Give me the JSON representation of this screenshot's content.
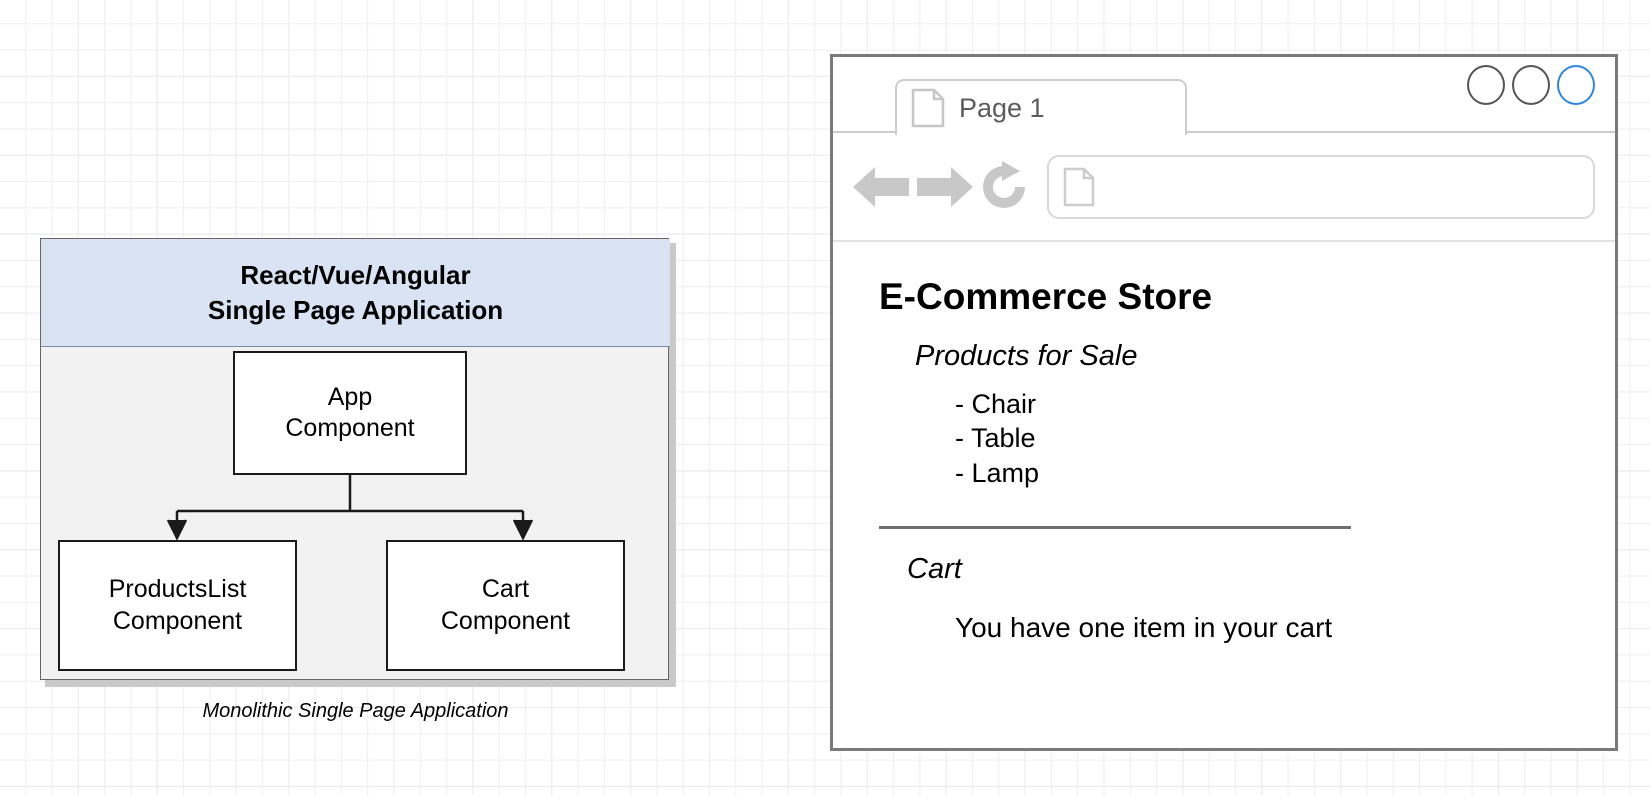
{
  "canvas": {
    "background_style": "grid-paper",
    "grid_minor_color": "#eceef0",
    "grid_major_color": "#dcdee1"
  },
  "diagram": {
    "container_header": {
      "line1": "React/Vue/Angular",
      "line2": "Single Page Application",
      "fill_color": "#dae3f3",
      "border_color": "#7b89a8"
    },
    "body_fill_color": "#f2f2f2",
    "boxes": [
      {
        "id": "app",
        "line1": "App",
        "line2": "Component"
      },
      {
        "id": "products-list",
        "line1": "ProductsList",
        "line2": "Component"
      },
      {
        "id": "cart",
        "line1": "Cart",
        "line2": "Component"
      }
    ],
    "edges": [
      {
        "from": "app",
        "to": "products-list",
        "arrow": "open-arrow"
      },
      {
        "from": "app",
        "to": "cart",
        "arrow": "open-arrow"
      }
    ],
    "caption": "Monolithic Single Page Application"
  },
  "browser": {
    "frame_border_color": "#7a7a7a",
    "tab": {
      "icon": "page-document-icon",
      "label": "Page 1",
      "label_color": "#5c5c5c"
    },
    "window_controls": [
      {
        "name": "minimize",
        "style": "outline",
        "color": "#555555"
      },
      {
        "name": "maximize",
        "style": "outline",
        "color": "#555555"
      },
      {
        "name": "close",
        "style": "outline",
        "color": "#2e86de"
      }
    ],
    "toolbar": {
      "back_icon": "arrow-left-icon",
      "forward_icon": "arrow-right-icon",
      "reload_icon": "reload-icon",
      "icon_color": "#c8c8c8",
      "url_bar": {
        "icon": "page-document-icon",
        "value": "",
        "placeholder": ""
      }
    },
    "page": {
      "heading": "E-Commerce Store",
      "products_section": {
        "subheading": "Products for Sale",
        "items": [
          "- Chair",
          "- Table",
          "- Lamp"
        ]
      },
      "divider": true,
      "cart_section": {
        "subheading": "Cart",
        "message": "You have one item in your cart"
      }
    }
  }
}
